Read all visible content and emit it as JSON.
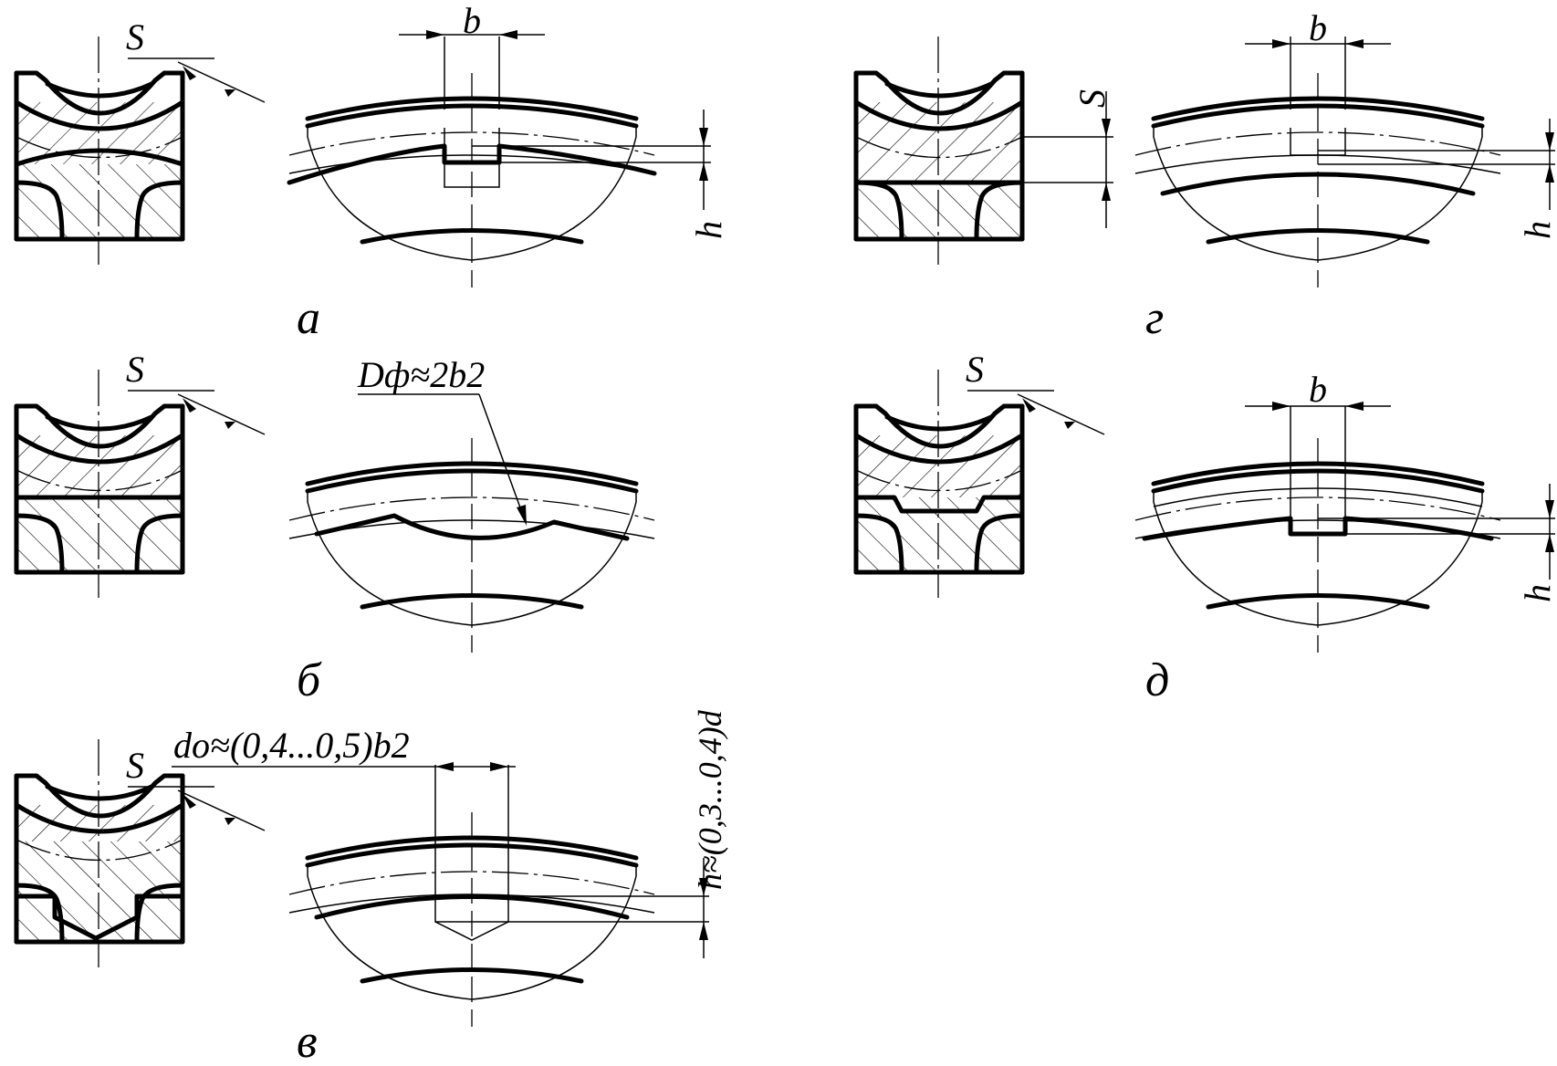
{
  "figure": {
    "panel_labels": {
      "a": "а",
      "b": "б",
      "v": "в",
      "g": "г",
      "d": "д"
    },
    "dimensions": {
      "s": "S",
      "b": "b",
      "h": "h",
      "d_f": "Dф≈2b2",
      "d_o": "do≈(0,4...0,5)b2",
      "h_formula": "h≈(0,3...0,4)d"
    }
  },
  "colors": {
    "line": "#000000",
    "background": "#ffffff"
  }
}
